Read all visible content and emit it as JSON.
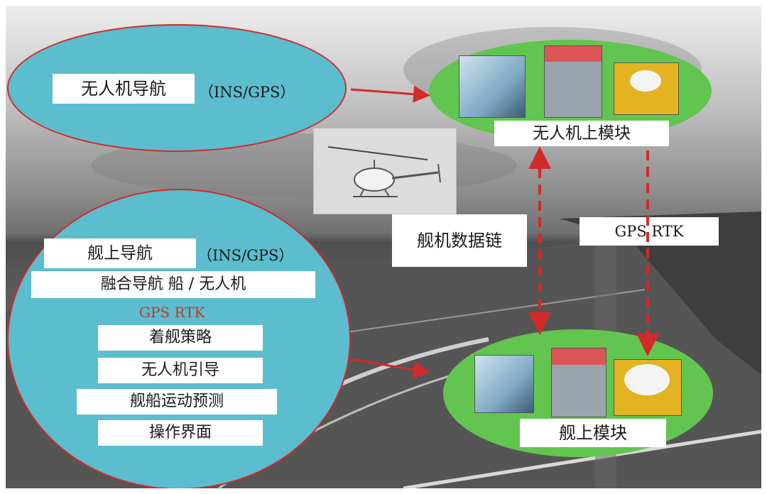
{
  "uav_navigation": {
    "label": "无人机导航",
    "suffix": "（INS/GPS）"
  },
  "ship_panel": {
    "ship_navigation": {
      "label": "舰上导航",
      "suffix": "（INS/GPS）"
    },
    "fusion": "融合导航 船 / 无人机",
    "gps_rtk": "GPS RTK",
    "items": [
      "着舰策略",
      "无人机引导",
      "舰船运动预测",
      "操作界面"
    ]
  },
  "uav_module": "无人机上模块",
  "ship_module": "舰上模块",
  "data_link": "舰机数据链",
  "gps_rtk_link": "GPS RTK",
  "colors": {
    "blue_ellipse": "#5bbdcd",
    "green_ellipse": "#62c54f",
    "arrow_red": "#d22a2a",
    "gps_rtk_text": "#c0392b"
  }
}
